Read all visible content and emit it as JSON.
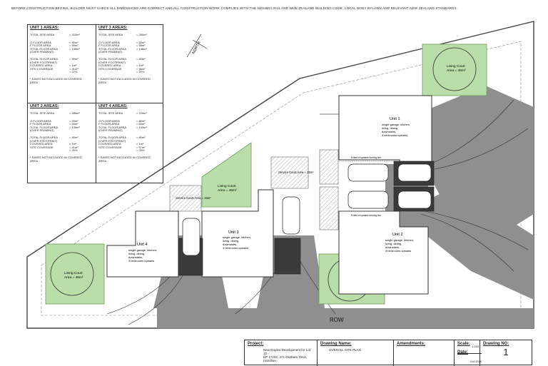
{
  "header_note": "BEFORE CONSTRUCTION BEGINS, BUILDER MUST CHECK ALL DIMENSIONS ARE CORRECT AND ALL CONSTRUCTION WORK COMPLIES WITH THE NZS3604:2011 AND NEW ZEALAND BUILDING CODE, LOCAL BODY BYLAWS AND RELEVANT NEW ZEALAND STANDARDS.",
  "areas": {
    "unit1": {
      "title": "UNIT 1 AREAS:",
      "site": [
        "TOTAL SITE AREA",
        "= 203m²"
      ],
      "floor": [
        [
          "G FLOOR AREA",
          "= 90m²"
        ],
        [
          "F FLOOR AREA",
          "= 59m²"
        ],
        [
          "TOTAL FLOOR AREA (OVER FRAMING)",
          "= 149m²"
        ]
      ],
      "cover": [
        [
          "TOTAL FLOOR AREA (OVER FOOTPRINT)",
          "= 90m²"
        ],
        [
          "COVERED AREA",
          "= 1m²"
        ],
        [
          "SITE COVERAGE",
          "= 41m²"
        ],
        [
          "",
          "= 27%"
        ]
      ],
      "note": "* EAVES NOT INCLUDED IN COVERED AREA"
    },
    "unit3": {
      "title": "UNIT 3 AREAS:",
      "site": [
        "TOTAL SITE AREA",
        "= 280m²"
      ],
      "floor": [
        [
          "G FLOOR AREA",
          "= 83m²"
        ],
        [
          "F FLOOR AREA",
          "= 65m²"
        ],
        [
          "TOTAL FLOOR AREA (OVER FRAMING)",
          "= 148m²"
        ]
      ],
      "cover": [
        [
          "TOTAL FLOOR AREA (OVER FOOTPRINT)",
          "= 83m²"
        ],
        [
          "COVERED AREA",
          "= 1m²"
        ],
        [
          "SITE COVERAGE",
          "= 56m²"
        ],
        [
          "",
          "= 20%"
        ]
      ],
      "note": "* EAVES NOT INCLUDED IN COVERED AREA"
    },
    "unit2": {
      "title": "UNIT 2 AREAS:",
      "site": [
        "TOTAL SITE AREA",
        "= 289m²"
      ],
      "floor": [
        [
          "G FLOOR AREA",
          "= 90m²"
        ],
        [
          "F FLOOR AREA",
          "= 59m²"
        ],
        [
          "TOTAL FLOOR AREA (OVER FRAMING)",
          "= 149m²"
        ]
      ],
      "cover": [
        [
          "TOTAL FLOOR AREA (OVER FOOTPRINT)",
          "= 90m²"
        ],
        [
          "COVERED AREA",
          "= 1m²"
        ],
        [
          "SITE COVERAGE",
          "= 41m²"
        ],
        [
          "",
          "= 25%"
        ]
      ],
      "note": "* EAVES NOT INCLUDED IN COVERED AREA"
    },
    "unit4": {
      "title": "UNIT 4 AREAS:",
      "site": [
        "TOTAL SITE AREA",
        "= 229m²"
      ],
      "floor": [
        [
          "G FLOOR AREA",
          "= 80m²"
        ],
        [
          "F FLOOR AREA",
          "= 63m²"
        ],
        [
          "TOTAL FLOOR AREA (OVER FRAMING)",
          "= 143m²"
        ]
      ],
      "cover": [
        [
          "TOTAL FLOOR AREA (OVER FOOTPRINT)",
          "= 80m²"
        ],
        [
          "COVERED AREA",
          "= 1m²"
        ],
        [
          "SITE COVERAGE",
          "= 57m²"
        ],
        [
          "",
          "= 25%"
        ]
      ],
      "note": "* EAVES NOT INCLUDED IN COVERED AREA"
    }
  },
  "plan": {
    "north": "NORTH",
    "row": "ROW",
    "unit1": {
      "name": "Unit 1",
      "desc": [
        "single garage, kitchen,",
        "living, dining,",
        "downstairs,",
        "3 bedrooms upstairs"
      ]
    },
    "unit2": {
      "name": "Unit 2",
      "desc": [
        "single garage, kitchen,",
        "living, dining,",
        "downstairs,",
        "3 bedrooms upstairs"
      ]
    },
    "unit3": {
      "name": "Unit 3",
      "desc": [
        "single garage, kitchen,",
        "living, dining,",
        "downstairs,",
        "3 bedrooms upstairs"
      ]
    },
    "unit4": {
      "name": "Unit 4",
      "desc": [
        "single garage, kitchen,",
        "living, dining,",
        "downstairs,",
        "3 bedrooms upstairs"
      ]
    },
    "living": [
      "Living Court",
      "Area = 45m²"
    ],
    "living_top": [
      "Living Court",
      "Area = 45m²"
    ],
    "service_court": [
      "Service Court",
      "Area = 15m²"
    ],
    "extent": "Extent of upstairs forming line"
  },
  "title_block": {
    "project_label": "Project:",
    "project_value": [
      "New Duplex Development for Lot 12 -",
      "DP 17222, 371 Ossburn Drive,",
      "Hamilton"
    ],
    "drawing_name_label": "Drawing Name:",
    "drawing_name_value": "OVERALL SITE PLAN",
    "amendments_label": "Amendments:",
    "scale_label": "Scale:",
    "scale_value": "1:150",
    "date_label": "Date:",
    "date_value": "Oct 2020",
    "drawing_no_label": "Drawing NO:",
    "drawing_no_value": "1"
  },
  "colors": {
    "green": "#b9deaa",
    "green_stroke": "#6f9a5c",
    "hatch": "#999999",
    "paving": "#8f8f8f"
  }
}
